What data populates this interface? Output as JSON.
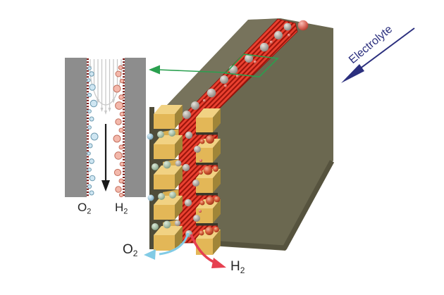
{
  "figure": {
    "description_labels": {
      "electrolyte": "Electrolyte",
      "main_o2": "O",
      "main_o2_sub": "2",
      "main_h2": "H",
      "main_h2_sub": "2",
      "inset_o2": "O",
      "inset_o2_sub": "2",
      "inset_h2": "H",
      "inset_h2_sub": "2"
    },
    "palette": {
      "slab_face": "#6b6850",
      "slab_top": "#77735c",
      "slab_bottom_shade": "#56533e",
      "gold_front": "#e3b757",
      "gold_top": "#f1d283",
      "gold_side": "#a08538",
      "channel_red_bright": "#ea4130",
      "channel_red_dark": "#9b140b",
      "green_annotation": "#2aa04f",
      "electrolyte_navy": "#2b2f7e",
      "o2_arrow_blue": "#82cbe5",
      "h2_arrow_red": "#e64050",
      "o2_bubble_fill": "#cfe6f2",
      "o2_bubble_stroke": "#6d9ab0",
      "h2_bubble_fill": "#f3b8ab",
      "h2_bubble_stroke": "#c4705e",
      "inset_wall_gray": "#8d8d8d",
      "catalyst_dark_red": "#7a1410",
      "flow_profile_gray": "#c8c8c8",
      "sphere_gray": "#b3ada6",
      "sphere_teal": "#aec4ad",
      "sphere_blue": "#a6cbdc",
      "sphere_orange": "#d7603c",
      "sphere_red": "#dd6f62"
    },
    "icons": {
      "inset_link_arrow": "left-arrow",
      "electrolyte_arrow": "down-left-arrow",
      "o2_out_arrow": "curved-left-arrow",
      "h2_out_arrow": "curved-right-arrow",
      "inset_flow_arrow": "down-arrow"
    }
  }
}
